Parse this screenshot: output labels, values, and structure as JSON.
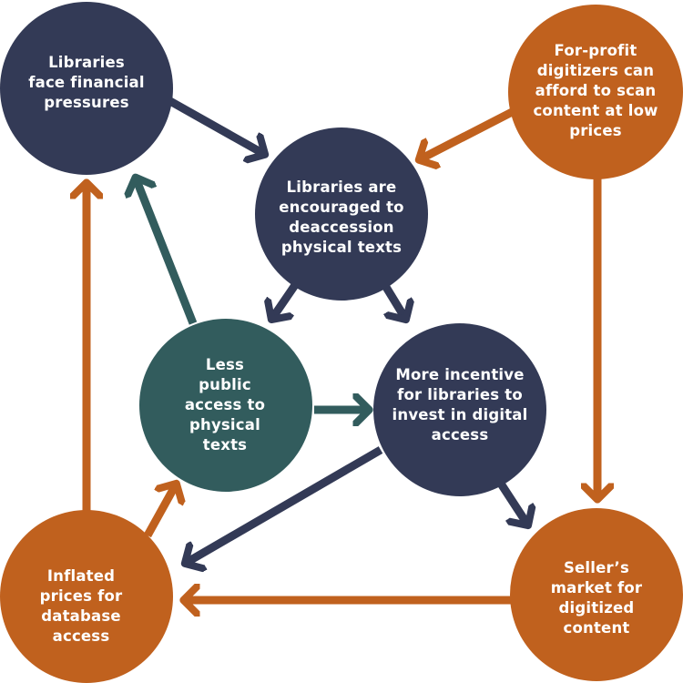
{
  "colors": {
    "navy": "#333a56",
    "teal": "#325c5d",
    "orange": "#c0611e"
  },
  "nodes": {
    "financial_pressures": {
      "label": "Libraries\nface financial\npressures"
    },
    "deaccession": {
      "label": "Libraries are\nencouraged to\ndeaccession\nphysical texts"
    },
    "less_access": {
      "label": "Less\npublic\naccess to\nphysical\ntexts"
    },
    "digital_incentive": {
      "label": "More incentive\nfor libraries to\ninvest in digital\naccess"
    },
    "for_profit": {
      "label": "For-profit\ndigitizers can\nafford to scan\ncontent at low\nprices"
    },
    "sellers_market": {
      "label": "Seller’s\nmarket for\ndigitized\ncontent"
    },
    "inflated_prices": {
      "label": "Inflated\nprices for\ndatabase\naccess"
    }
  }
}
